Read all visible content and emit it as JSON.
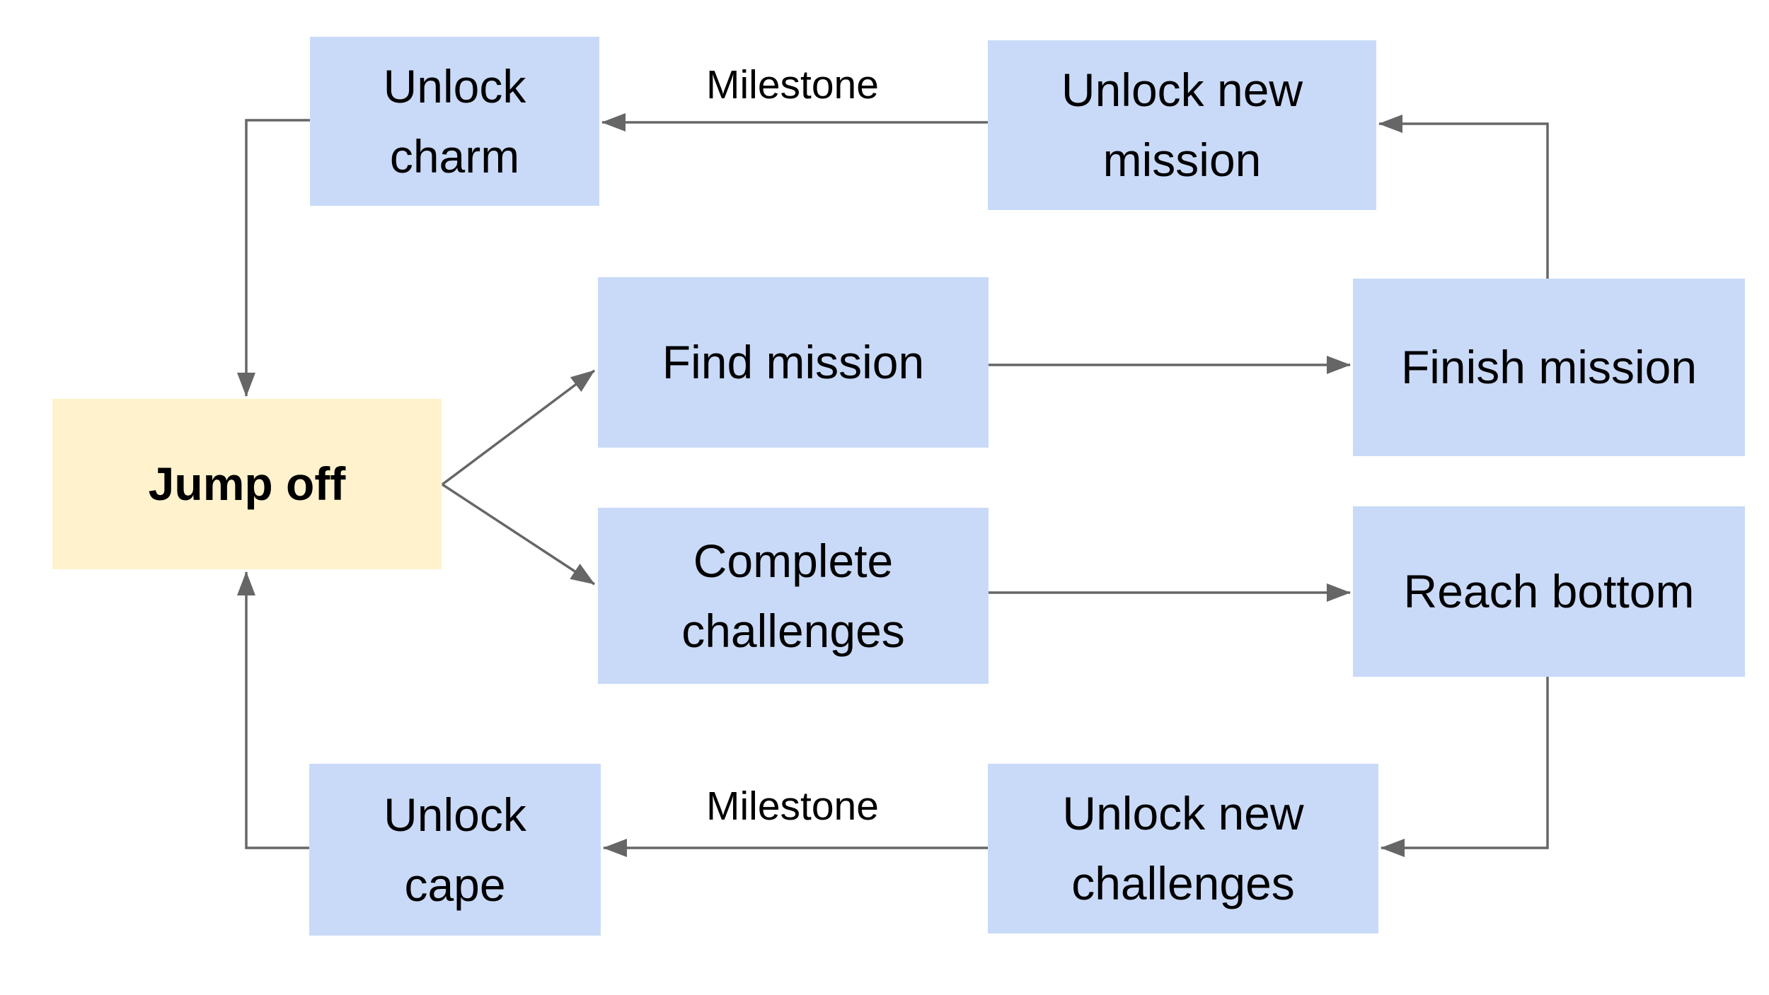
{
  "diagram": {
    "type": "flowchart",
    "background": "#ffffff",
    "colors": {
      "process_fill": "#c9daf8",
      "start_fill": "#fff2cc",
      "arrow": "#666666",
      "text": "#000000"
    },
    "nodes": [
      {
        "id": "unlock-charm",
        "label": "Unlock charm",
        "shape": "rect",
        "fill": "#c9daf8"
      },
      {
        "id": "unlock-new-mission",
        "label": "Unlock new mission",
        "shape": "rect",
        "fill": "#c9daf8"
      },
      {
        "id": "find-mission",
        "label": "Find mission",
        "shape": "rect",
        "fill": "#c9daf8"
      },
      {
        "id": "finish-mission",
        "label": "Finish mission",
        "shape": "rect",
        "fill": "#c9daf8"
      },
      {
        "id": "jump-off",
        "label": "Jump off",
        "shape": "rect",
        "fill": "#fff2cc",
        "emphasis": "bold"
      },
      {
        "id": "complete-challenges",
        "label": "Complete challenges",
        "shape": "rect",
        "fill": "#c9daf8"
      },
      {
        "id": "reach-bottom",
        "label": "Reach bottom",
        "shape": "rect",
        "fill": "#c9daf8"
      },
      {
        "id": "unlock-cape",
        "label": "Unlock cape",
        "shape": "rect",
        "fill": "#c9daf8"
      },
      {
        "id": "unlock-new-challenges",
        "label": "Unlock new challenges",
        "shape": "rect",
        "fill": "#c9daf8"
      }
    ],
    "edge_labels": [
      {
        "id": "milestone-top",
        "text": "Milestone"
      },
      {
        "id": "milestone-bottom",
        "text": "Milestone"
      }
    ],
    "edges": [
      {
        "from": "unlock-new-mission",
        "to": "unlock-charm",
        "label": "Milestone"
      },
      {
        "from": "unlock-charm",
        "to": "jump-off",
        "label": ""
      },
      {
        "from": "jump-off",
        "to": "find-mission",
        "label": ""
      },
      {
        "from": "jump-off",
        "to": "complete-challenges",
        "label": ""
      },
      {
        "from": "find-mission",
        "to": "finish-mission",
        "label": ""
      },
      {
        "from": "complete-challenges",
        "to": "reach-bottom",
        "label": ""
      },
      {
        "from": "finish-mission",
        "to": "unlock-new-mission",
        "label": ""
      },
      {
        "from": "reach-bottom",
        "to": "unlock-new-challenges",
        "label": ""
      },
      {
        "from": "unlock-new-challenges",
        "to": "unlock-cape",
        "label": "Milestone"
      },
      {
        "from": "unlock-cape",
        "to": "jump-off",
        "label": ""
      }
    ]
  }
}
